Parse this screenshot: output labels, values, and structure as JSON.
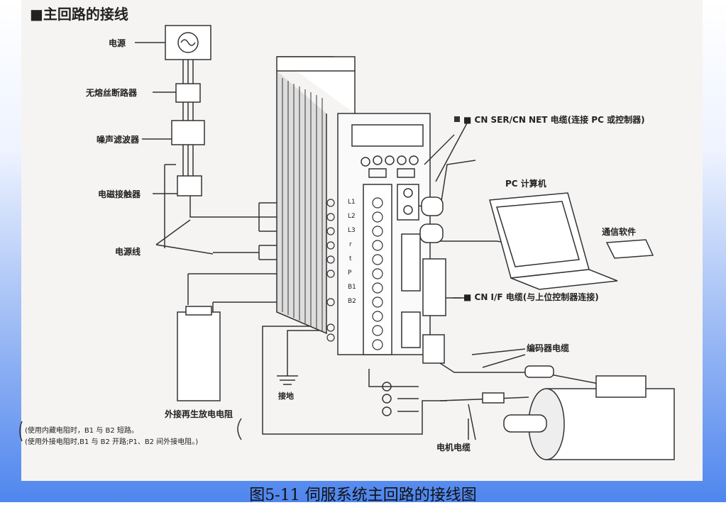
{
  "title": "■主回路的接线",
  "caption": "图5-11   伺服系统主回路的接线图",
  "labels": {
    "power_source": "电源",
    "breaker": "无熔丝断路器",
    "noise_filter": "噪声滤波器",
    "contactor": "电磁接触器",
    "power_line": "电源线",
    "regen_resistor": "外接再生放电电阻",
    "ground": "接地",
    "cn_ser": "■ CN SER/CN NET 电缆(连接 PC 或控制器)",
    "pc": "PC 计算机",
    "software": "通信软件",
    "cn_if": "■ CN I/F 电缆(与上位控制器连接)",
    "encoder_cable": "编码器电缆",
    "motor_cable": "电机电缆"
  },
  "terminals": [
    "L1",
    "L2",
    "L3",
    "r",
    "t",
    "P",
    "B1",
    "B2"
  ],
  "notes": [
    "(使用内藏电阻时，B1 与 B2 短路。",
    "(使用外接电阻时,B1 与 B2 开路;P1、B2 间外接电阻。)"
  ],
  "colors": {
    "line": "#333333",
    "bg": "#f6f4f3"
  }
}
